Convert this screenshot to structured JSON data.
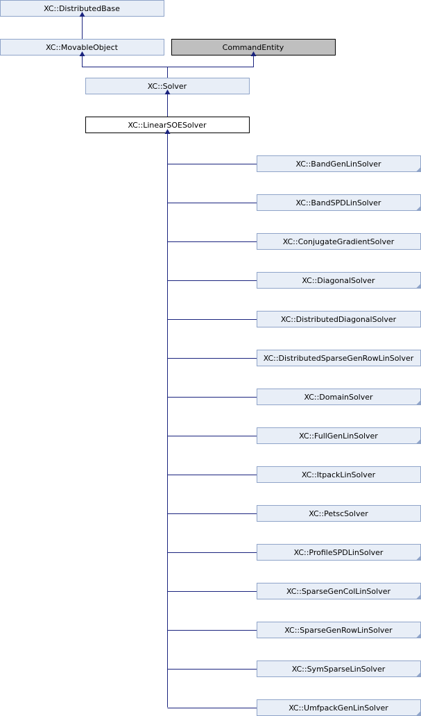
{
  "diagram": {
    "colors": {
      "node_fill": "#e8eef7",
      "node_border": "#8fa4c9",
      "focus_fill": "#ffffff",
      "focus_border": "#000000",
      "external_fill": "#bfbfbf",
      "external_border": "#000000",
      "edge": "#1a237e"
    },
    "nodes": {
      "distributed_base": "XC::DistributedBase",
      "movable_object": "XC::MovableObject",
      "command_entity": "CommandEntity",
      "solver": "XC::Solver",
      "linear_soe_solver": "XC::LinearSOESolver"
    },
    "derived": [
      "XC::BandGenLinSolver",
      "XC::BandSPDLinSolver",
      "XC::ConjugateGradientSolver",
      "XC::DiagonalSolver",
      "XC::DistributedDiagonalSolver",
      "XC::DistributedSparseGenRowLinSolver",
      "XC::DomainSolver",
      "XC::FullGenLinSolver",
      "XC::ItpackLinSolver",
      "XC::PetscSolver",
      "XC::ProfileSPDLinSolver",
      "XC::SparseGenColLinSolver",
      "XC::SparseGenRowLinSolver",
      "XC::SymSparseLinSolver",
      "XC::UmfpackGenLinSolver"
    ],
    "derived_has_children": [
      true,
      true,
      false,
      true,
      false,
      false,
      true,
      true,
      false,
      false,
      true,
      true,
      true,
      true,
      true
    ]
  }
}
